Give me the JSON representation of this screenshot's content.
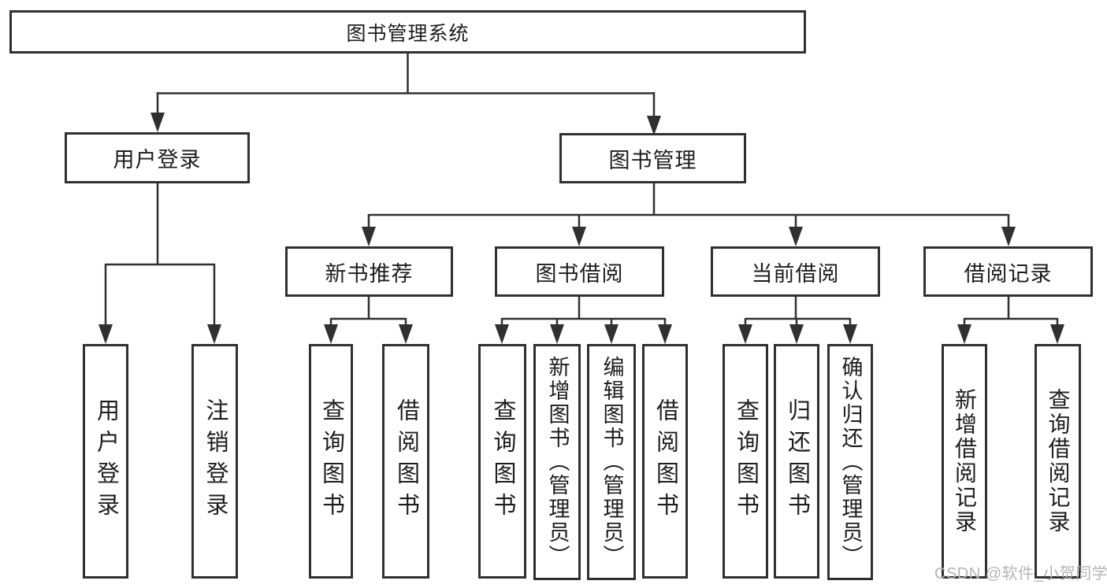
{
  "tree": {
    "label": "图书管理系统",
    "children": [
      {
        "label": "用户登录",
        "children": [
          {
            "label": "用户登录"
          },
          {
            "label": "注销登录"
          }
        ]
      },
      {
        "label": "图书管理",
        "children": [
          {
            "label": "新书推荐",
            "children": [
              {
                "label": "查询图书"
              },
              {
                "label": "借阅图书"
              }
            ]
          },
          {
            "label": "图书借阅",
            "children": [
              {
                "label": "查询图书"
              },
              {
                "label": "新增图书（管理员）"
              },
              {
                "label": "编辑图书（管理员）"
              },
              {
                "label": "借阅图书"
              }
            ]
          },
          {
            "label": "当前借阅",
            "children": [
              {
                "label": "查询图书"
              },
              {
                "label": "归还图书"
              },
              {
                "label": "确认归还（管理员）"
              }
            ]
          },
          {
            "label": "借阅记录",
            "children": [
              {
                "label": "新增借阅记录"
              },
              {
                "label": "查询借阅记录"
              }
            ]
          }
        ]
      }
    ]
  },
  "watermark": "CSDN @软件_小贺同学",
  "colors": {
    "line": "#303030",
    "text": "#1d1d1d",
    "watermark": "#b5b5b5",
    "background": "#ffffff"
  }
}
